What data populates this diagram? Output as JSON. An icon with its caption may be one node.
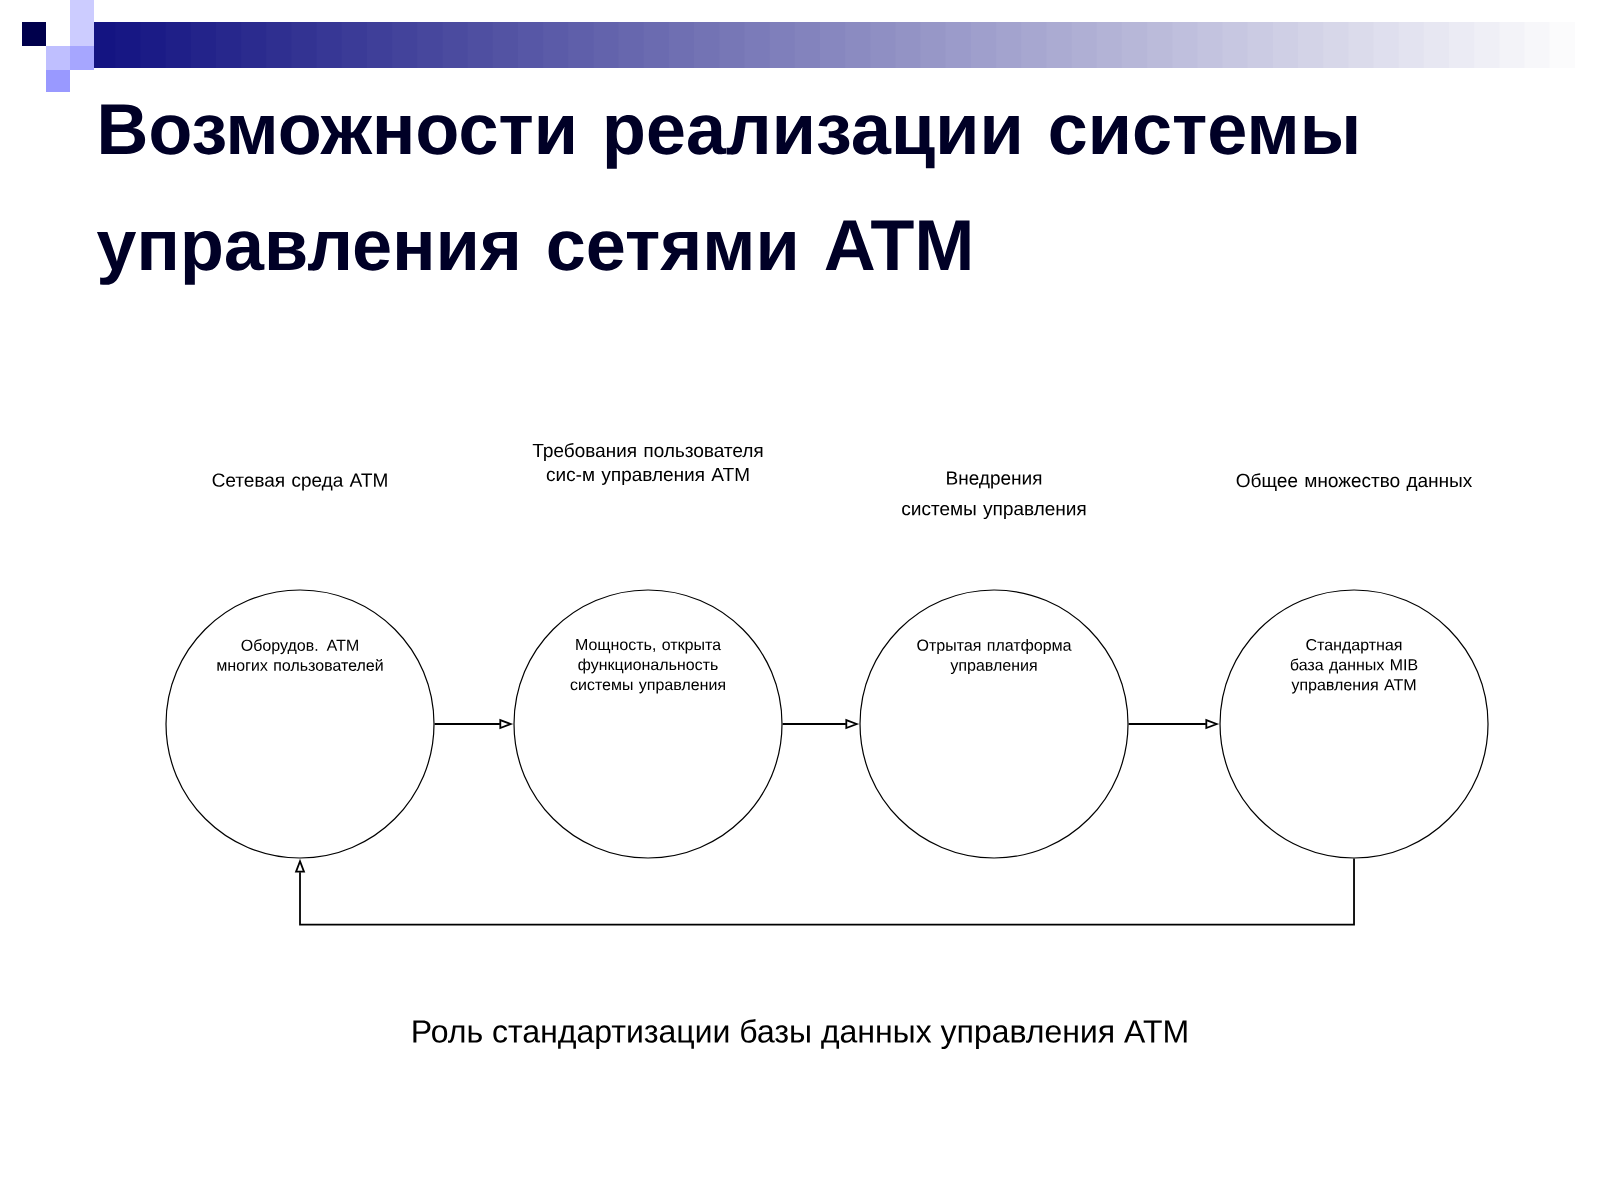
{
  "diagram": {
    "title": "Возможности реализации системы управления сетями ATM",
    "caption": "Роль стандартизации базы данных управления ATM",
    "nodes": [
      {
        "text": [
          "Оборудов. ATM многих пользователей"
        ]
      },
      {
        "text": [
          "Мощность, открыта функциональность системы управления"
        ]
      },
      {
        "text": [
          "Отрытая платформа управления"
        ]
      },
      {
        "text": [
          "Стандартная база данных MIB управления ATM"
        ]
      }
    ],
    "edges": [
      {
        "from": 0,
        "to": 1,
        "arrow": "to"
      },
      {
        "from": 1,
        "to": 2,
        "arrow": "to"
      },
      {
        "from": 2,
        "to": 3,
        "arrow": "to"
      },
      {
        "from": 3,
        "to": 0,
        "arrow": "to"
      }
    ],
    "labels": [
      "Требования пользователя сис-м управления ATM",
      "Сетевая среда ATM",
      "Внедрения",
      "Общее множество данных",
      "системы управления"
    ]
  }
}
